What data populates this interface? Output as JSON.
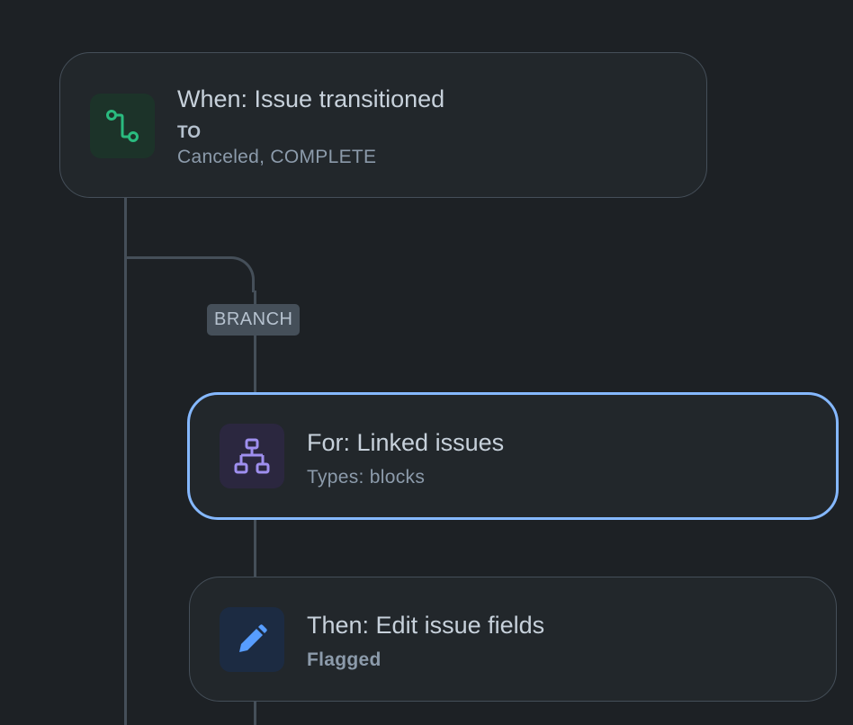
{
  "trigger": {
    "title": "When: Issue transitioned",
    "to_label": "TO",
    "statuses": "Canceled, COMPLETE",
    "icon": "transition-icon",
    "icon_color": "#2abb7f"
  },
  "branch": {
    "badge": "BRANCH"
  },
  "for_each": {
    "title": "For: Linked issues",
    "subtitle": "Types: blocks",
    "icon": "hierarchy-icon",
    "icon_color": "#9f8fef",
    "selected": true
  },
  "action": {
    "title": "Then: Edit issue fields",
    "subtitle": "Flagged",
    "icon": "pencil-icon",
    "icon_color": "#579dff"
  }
}
